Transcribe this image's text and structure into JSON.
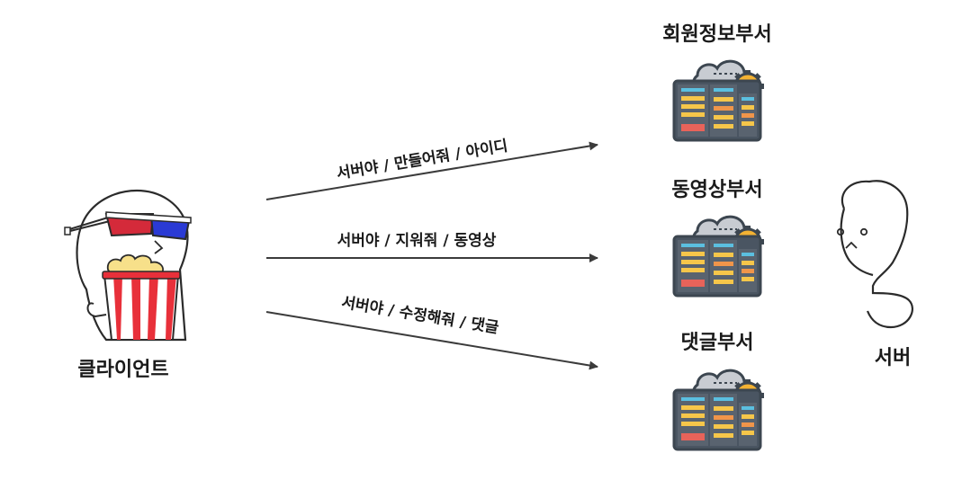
{
  "client": {
    "label": "클라이언트"
  },
  "server": {
    "label": "서버"
  },
  "departments": [
    {
      "label": "회원정보부서"
    },
    {
      "label": "동영상부서"
    },
    {
      "label": "댓글부서"
    }
  ],
  "requests": [
    {
      "label": "서버야 / 만들어줘 / 아이디"
    },
    {
      "label": "서버야 / 지워줘 / 동영상"
    },
    {
      "label": "서버야 / 수정해줘 / 댓글"
    }
  ],
  "colors": {
    "server_rack": "#3c4650",
    "panel_dark": "#4a5562",
    "cloud": "#c8ccd2",
    "gear": "#f3b233",
    "stripe_yellow": "#f6c64a",
    "stripe_orange": "#f0954a",
    "stripe_red": "#e8635a",
    "led_blue": "#5bbfe0",
    "popcorn_red": "#e8303a",
    "popcorn_yellow": "#f7e08a",
    "glasses_red": "#d42a3a",
    "glasses_blue": "#2a3ad4"
  }
}
